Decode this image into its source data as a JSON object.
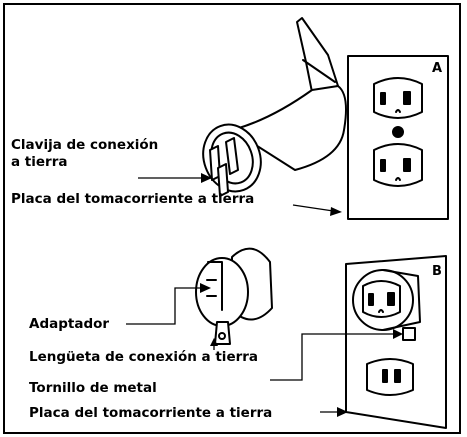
{
  "labels": {
    "clavija_line1": "Clavija de conexión",
    "clavija_line2": " a tierra",
    "placa_top": "Placa del tomacorriente a tierra",
    "adaptador": "Adaptador",
    "lenguueta": "Lengüeta de conexión a tierra",
    "tornillo": "Tornillo de metal",
    "placa_bottom": "Placa del tomacorriente a tierra"
  },
  "figure_letters": {
    "a": "A",
    "b": "B"
  },
  "colors": {
    "ink": "#000000",
    "background": "#ffffff"
  }
}
